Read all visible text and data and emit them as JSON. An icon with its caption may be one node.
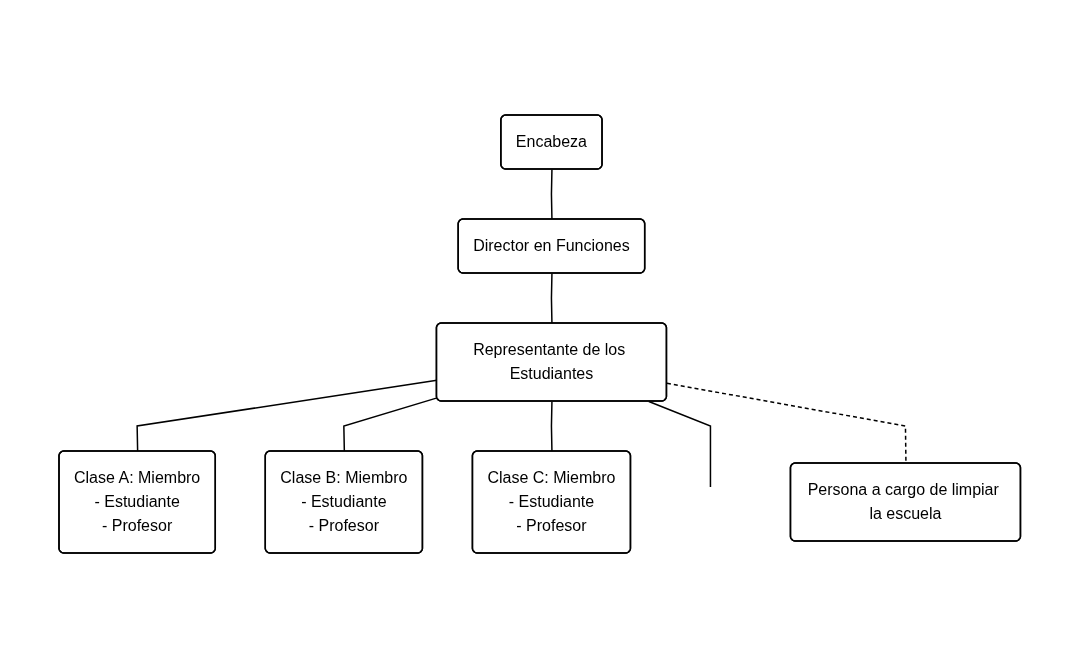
{
  "diagram": {
    "nodes": [
      {
        "text": [
          "Encabeza"
        ]
      },
      {
        "text": [
          "Director en Funciones"
        ]
      },
      {
        "text": [
          "Representante de los Estudiantes"
        ]
      },
      {
        "text": [
          "Clase A: Miembro",
          "- Estudiante",
          "- Profesor"
        ]
      },
      {
        "text": [
          "Clase B: Miembro",
          "- Estudiante",
          "- Profesor"
        ]
      },
      {
        "text": [
          "Clase C: Miembro",
          "- Estudiante",
          "- Profesor"
        ]
      },
      {
        "text": [
          "Persona a cargo de limpiar la escuela"
        ]
      }
    ],
    "edges": [
      {
        "from": 0,
        "to": 1,
        "arrow": "none"
      },
      {
        "from": 1,
        "to": 2,
        "arrow": "none"
      },
      {
        "from": 2,
        "to": 3,
        "arrow": "none"
      },
      {
        "from": 2,
        "to": 4,
        "arrow": "none"
      },
      {
        "from": 2,
        "to": 5,
        "arrow": "none"
      },
      {
        "from": 2,
        "to": null,
        "arrow": "none"
      },
      {
        "from": 2,
        "to": 6,
        "arrow": "none",
        "style": "dashed"
      }
    ]
  }
}
